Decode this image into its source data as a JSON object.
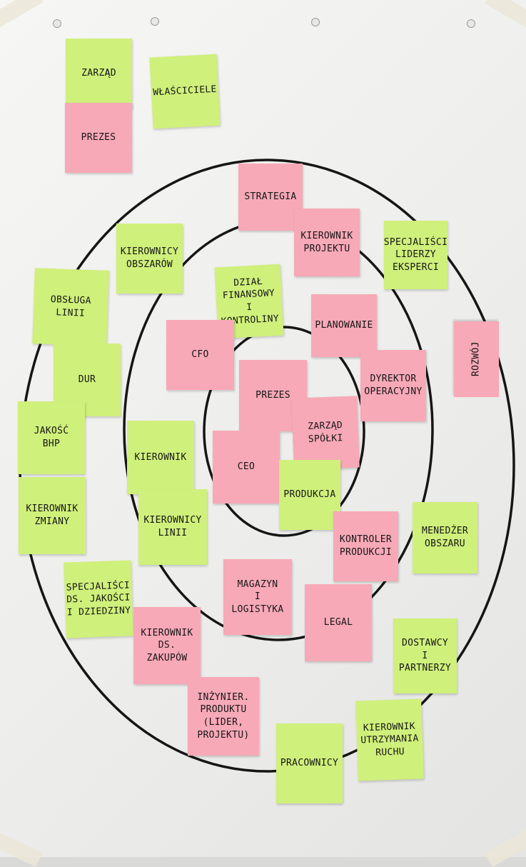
{
  "colors": {
    "green_note": "#cff07b",
    "pink_note": "#f7a9b7",
    "ink": "#161616",
    "paper": "#f2f2f0"
  },
  "notes": {
    "zarzad": "Zarząd",
    "wlasciciele": "Właściciele",
    "prezes_top": "Prezes",
    "strategia": "Strategia",
    "kierownicy_obszarow": "Kierownicy\nobszarów",
    "kierownik_projektu": "Kierownik\nprojektu",
    "specjalisci_liderzy": "Specjaliści\nliderzy\neksperci",
    "obsluga_linii": "Obsługa\nlinii",
    "dzial_finansowy": "Dział\nfinansowy\ni kontroliny",
    "planowanie": "Planowanie",
    "rozwoj": "Rozwój",
    "cfo": "CFO",
    "dur": "DUR",
    "prezes_center": "Prezes",
    "dyrektor_operacyjny": "Dyrektor\noperacyjny",
    "jakosc_bhp": "Jakość\nBHP",
    "zarzad_spolki": "Zarząd\nspółki",
    "kierownik": "Kierownik",
    "ceo": "CEO",
    "kierownik_zmiany": "Kierownik\nzmiany",
    "produkcja": "Produkcja",
    "kierownicy_linii": "Kierownicy\nlinii",
    "menedzer_obszaru": "Menedżer\nobszaru",
    "kontroler_produkcji": "Kontroler\nprodukcji",
    "specjalisci_jakosci": "Specjaliści\nds. jakości\ni dziedziny",
    "magazyn_logistyka": "Magazyn\ni logistyka",
    "legal": "Legal",
    "kierownik_zakupow": "Kierownik\nds. zakupów",
    "dostawcy_partnerzy": "Dostawcy\ni partnerzy",
    "inzynier_produktu": "Inżynier.\nProduktu\n(lider, projektu)",
    "kierownik_utrzymania": "Kierownik\nutrzymania\nruchu",
    "pracownicy": "Pracownicy"
  }
}
